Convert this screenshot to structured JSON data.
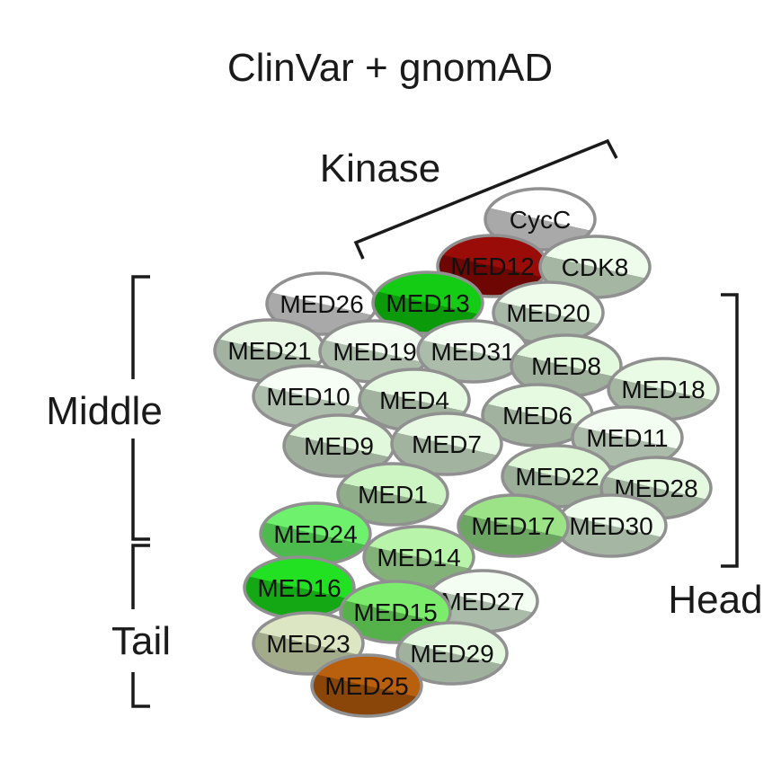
{
  "title": "ClinVar + gnomAD",
  "modules": {
    "kinase": "Kinase",
    "middle": "Middle",
    "tail": "Tail",
    "head": "Head"
  },
  "subunits": [
    {
      "id": "cycc",
      "label": "CycC",
      "base": "#ffffff",
      "shade": "#a9a9a9"
    },
    {
      "id": "med12",
      "label": "MED12",
      "base": "#9a0c08",
      "shade": "#6e0604"
    },
    {
      "id": "cdk8",
      "label": "CDK8",
      "base": "#eefcec",
      "shade": "#a5b7a3"
    },
    {
      "id": "med26",
      "label": "MED26",
      "base": "#ffffff",
      "shade": "#a9a9a9"
    },
    {
      "id": "med13",
      "label": "MED13",
      "base": "#13cc13",
      "shade": "#0a9a0a"
    },
    {
      "id": "med20",
      "label": "MED20",
      "base": "#eefbea",
      "shade": "#a8b8a6"
    },
    {
      "id": "med21",
      "label": "MED21",
      "base": "#e9f8e4",
      "shade": "#a3b3a1"
    },
    {
      "id": "med19",
      "label": "MED19",
      "base": "#f4fdf2",
      "shade": "#acbcaa"
    },
    {
      "id": "med31",
      "label": "MED31",
      "base": "#f4fdf2",
      "shade": "#acbcaa"
    },
    {
      "id": "med8",
      "label": "MED8",
      "base": "#e2f9dd",
      "shade": "#9fb19d"
    },
    {
      "id": "med18",
      "label": "MED18",
      "base": "#e9fbe5",
      "shade": "#a4b6a2"
    },
    {
      "id": "med10",
      "label": "MED10",
      "base": "#f7fef5",
      "shade": "#aebeac"
    },
    {
      "id": "med4",
      "label": "MED4",
      "base": "#e6f9e1",
      "shade": "#a1b39f"
    },
    {
      "id": "med6",
      "label": "MED6",
      "base": "#e6f9e1",
      "shade": "#a1b39f"
    },
    {
      "id": "med11",
      "label": "MED11",
      "base": "#f4fdf2",
      "shade": "#acbcaa"
    },
    {
      "id": "med9",
      "label": "MED9",
      "base": "#e2f8dc",
      "shade": "#9eb09b"
    },
    {
      "id": "med7",
      "label": "MED7",
      "base": "#e7f9e2",
      "shade": "#a2b4a0"
    },
    {
      "id": "med22",
      "label": "MED22",
      "base": "#def8d7",
      "shade": "#9aae98"
    },
    {
      "id": "med28",
      "label": "MED28",
      "base": "#e4f9df",
      "shade": "#a0b29e"
    },
    {
      "id": "med1",
      "label": "MED1",
      "base": "#cdf4c3",
      "shade": "#8fad88"
    },
    {
      "id": "med30",
      "label": "MED30",
      "base": "#eefcec",
      "shade": "#a5b7a3"
    },
    {
      "id": "med17",
      "label": "MED17",
      "base": "#9ce388",
      "shade": "#6da562"
    },
    {
      "id": "med24",
      "label": "MED24",
      "base": "#6ef26e",
      "shade": "#4cba4c"
    },
    {
      "id": "med14",
      "label": "MED14",
      "base": "#b8f4aa",
      "shade": "#82b278"
    },
    {
      "id": "med27",
      "label": "MED27",
      "base": "#f3fdf1",
      "shade": "#abbba9"
    },
    {
      "id": "med16",
      "label": "MED16",
      "base": "#22e022",
      "shade": "#14a814"
    },
    {
      "id": "med15",
      "label": "MED15",
      "base": "#7cec6c",
      "shade": "#55b24a"
    },
    {
      "id": "med23",
      "label": "MED23",
      "base": "#dde6c3",
      "shade": "#a2ab8a"
    },
    {
      "id": "med29",
      "label": "MED29",
      "base": "#e4f9df",
      "shade": "#a0b29e"
    },
    {
      "id": "med25",
      "label": "MED25",
      "base": "#b8600e",
      "shade": "#8a4508"
    }
  ]
}
